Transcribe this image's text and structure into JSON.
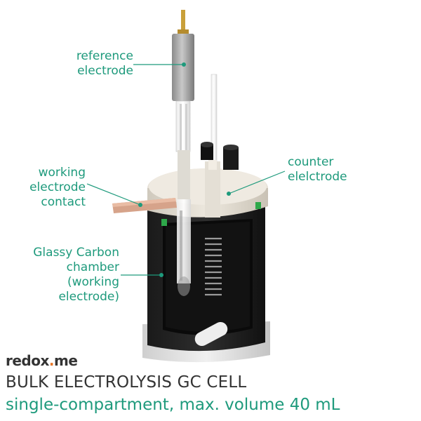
{
  "labels": {
    "reference": [
      "reference",
      "electrode"
    ],
    "counter": [
      "counter",
      "elelctrode"
    ],
    "working_contact": [
      "working",
      "electrode",
      "contact"
    ],
    "chamber": [
      "Glassy Carbon",
      "chamber",
      "(working",
      "electrode)"
    ]
  },
  "brand": {
    "text": "redox",
    "dot": ".",
    "suffix": "me"
  },
  "title": "BULK ELECTROLYSIS GC CELL",
  "subtitle": "single-compartment, max. volume 40 mL",
  "colors": {
    "accent": "#1e9a7c",
    "brand_dot": "#e8782a",
    "text_dark": "#333333"
  }
}
